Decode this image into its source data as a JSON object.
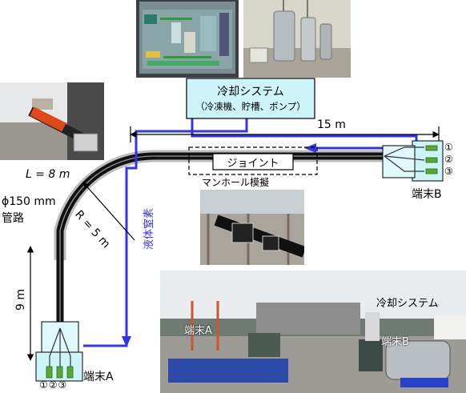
{
  "cooling_system_box": {
    "title": "冷却システム",
    "subtitle": "（冷凍機、貯槽、ポンプ）"
  },
  "span_15m": "15 m",
  "joint_label": "ジョイント",
  "manhole_label": "マンホール模擬",
  "length_label": "L = 8 m",
  "radius_label": "R = 5 m",
  "pipe_label_line1": "ϕ150 mm",
  "pipe_label_line2": "管路",
  "vertical_9m": "9 m",
  "liquid_nitrogen": "液体窒素",
  "terminal_b": {
    "label": "端末B",
    "phases": [
      "①",
      "②",
      "③"
    ]
  },
  "terminal_a": {
    "label": "端末A",
    "phases": "①②③"
  },
  "site_photo": {
    "label_terminal_a": "端末A",
    "label_terminal_b": "端末B",
    "label_cooling": "冷却システム"
  },
  "colors": {
    "liquid_nitrogen_line": "#3333ee",
    "terminal_fill": "#ccf4f9",
    "cooling_box_fill": "#ccf4f9",
    "cable": "#111111",
    "duct": "#bbbbbb",
    "terminal_wire": "#5aa832"
  }
}
